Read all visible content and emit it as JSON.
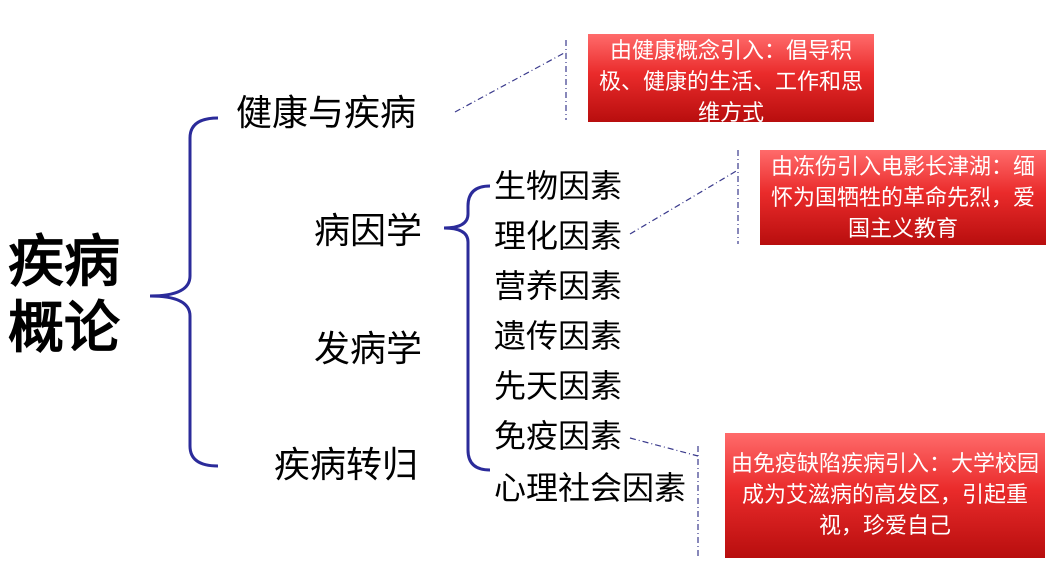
{
  "root": {
    "title": "疾病概论"
  },
  "branches": [
    {
      "label": "健康与疾病"
    },
    {
      "label": "病因学",
      "children": [
        "生物因素",
        "理化因素",
        "营养因素",
        "遗传因素",
        "先天因素",
        "免疫因素",
        "心理社会因素"
      ]
    },
    {
      "label": "发病学"
    },
    {
      "label": "疾病转归"
    }
  ],
  "callouts": [
    {
      "text": "由健康概念引入：倡导积极、健康的生活、工作和思维方式"
    },
    {
      "text": "由冻伤引入电影长津湖：缅怀为国牺牲的革命先烈，爱国主义教育"
    },
    {
      "text": "由免疫缺陷疾病引入：大学校园成为艾滋病的高发区，引起重视，珍爱自己"
    }
  ],
  "colors": {
    "bracket": "#2b2b9a",
    "connector": "#3a3a8c",
    "callout_top": "#ff6b6b",
    "callout_bottom": "#b80e0e",
    "callout_text": "#ffffff"
  }
}
